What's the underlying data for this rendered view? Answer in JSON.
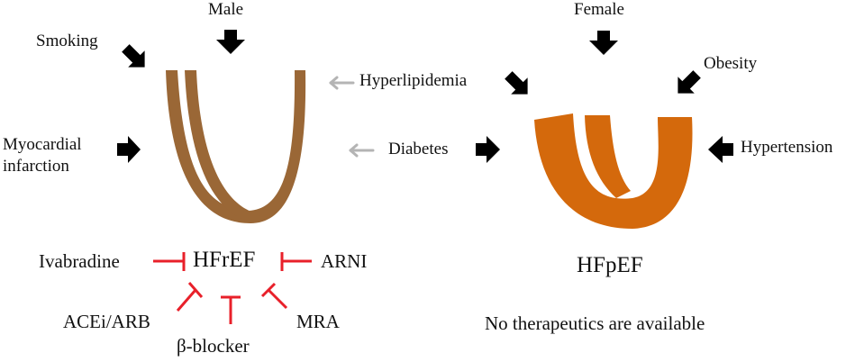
{
  "colors": {
    "hfref_heart": "#9a6736",
    "hfpef_heart": "#d4690c",
    "inhibition": "#e8202a",
    "arrow_black": "#000000",
    "arrow_gray": "#b4b4b4"
  },
  "hfref": {
    "label": "HFrEF",
    "risk_factors": [
      "Male",
      "Smoking",
      "Myocardial infarction"
    ],
    "therapeutics": [
      "Ivabradine",
      "ARNI",
      "ACEi/ARB",
      "β-blocker",
      "MRA"
    ]
  },
  "hfpef": {
    "label": "HFpEF",
    "note": "No therapeutics are available",
    "risk_factors": [
      "Female",
      "Obesity",
      "Hypertension"
    ]
  },
  "shared": {
    "risk_factors": [
      "Hyperlipidemia",
      "Diabetes"
    ]
  },
  "labels": {
    "male": "Male",
    "smoking": "Smoking",
    "mi_line1": "Myocardial",
    "mi_line2": "infarction",
    "hyperlipidemia": "Hyperlipidemia",
    "diabetes": "Diabetes",
    "female": "Female",
    "obesity": "Obesity",
    "hypertension": "Hypertension",
    "ivabradine": "Ivabradine",
    "arni": "ARNI",
    "acei_arb": "ACEi/ARB",
    "beta_blocker": "β-blocker",
    "mra": "MRA"
  }
}
